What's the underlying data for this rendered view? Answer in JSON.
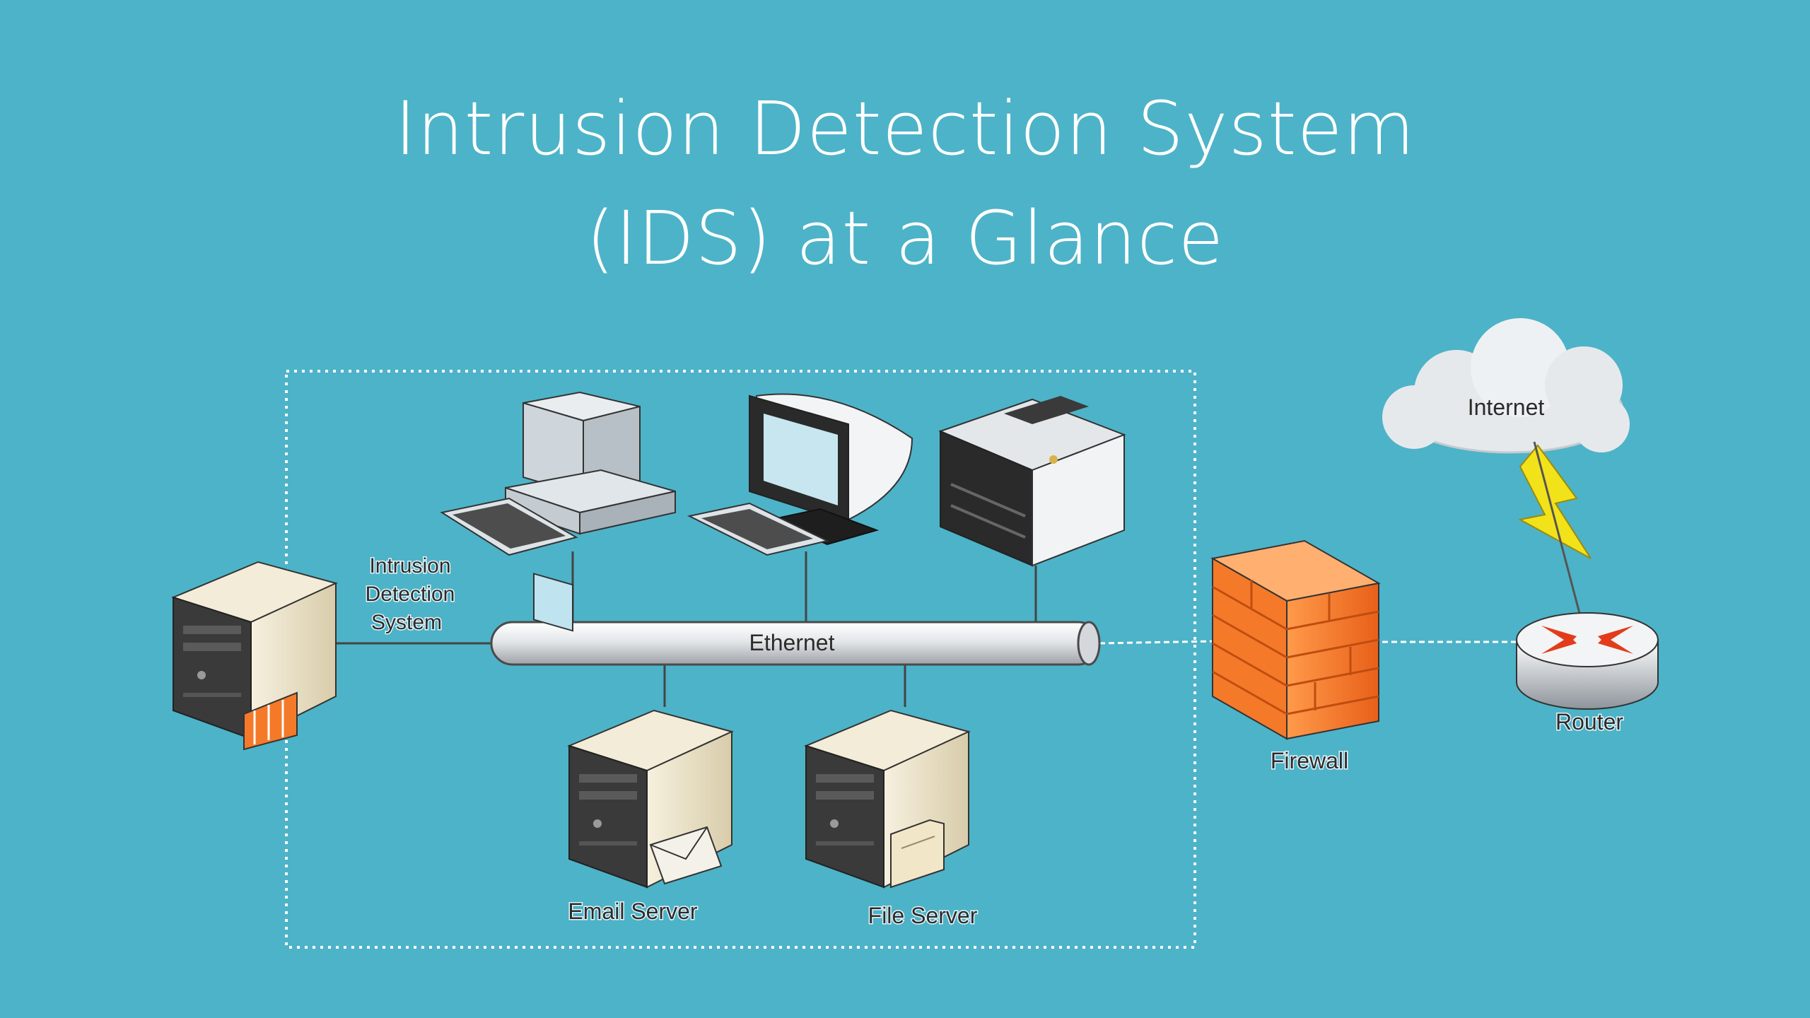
{
  "slide": {
    "title_line1": "Intrusion Detection System",
    "title_line2": "(IDS) at a Glance"
  },
  "diagram": {
    "ids_label_line1": "Intrusion",
    "ids_label_line2": "Detection",
    "ids_label_line3": "System",
    "bus_label": "Ethernet",
    "email_server_label": "Email Server",
    "file_server_label": "File Server",
    "firewall_label": "Firewall",
    "router_label": "Router",
    "internet_label": "Internet"
  },
  "colors": {
    "background": "#4db3c8",
    "firewall": "#f47a2a",
    "server_body": "#efe6cf",
    "cloud": "#e6e9ec",
    "lightning": "#f2e21a"
  }
}
